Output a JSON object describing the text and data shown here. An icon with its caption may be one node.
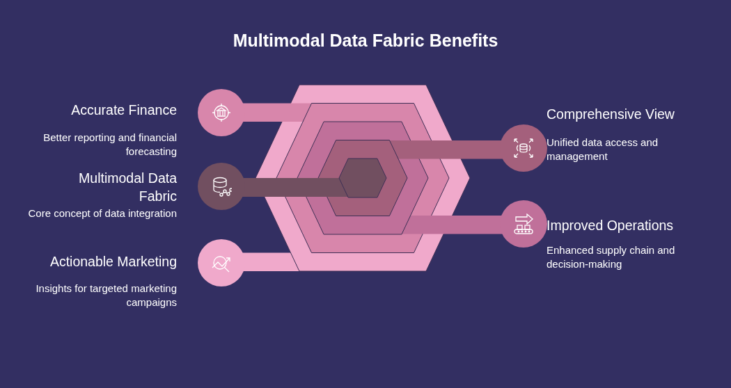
{
  "diagram": {
    "title": "Multimodal Data Fabric Benefits",
    "nodes": [
      {
        "text": [
          "Accurate Finance",
          "Better reporting and financial forecasting"
        ]
      },
      {
        "text": [
          "Multimodal Data Fabric",
          "Core concept of data integration"
        ]
      },
      {
        "text": [
          "Actionable Marketing",
          "Insights for targeted marketing campaigns"
        ]
      },
      {
        "text": [
          "Comprehensive View",
          "Unified data access and management"
        ]
      },
      {
        "text": [
          "Improved Operations",
          "Enhanced supply chain and decision-making"
        ]
      }
    ]
  }
}
